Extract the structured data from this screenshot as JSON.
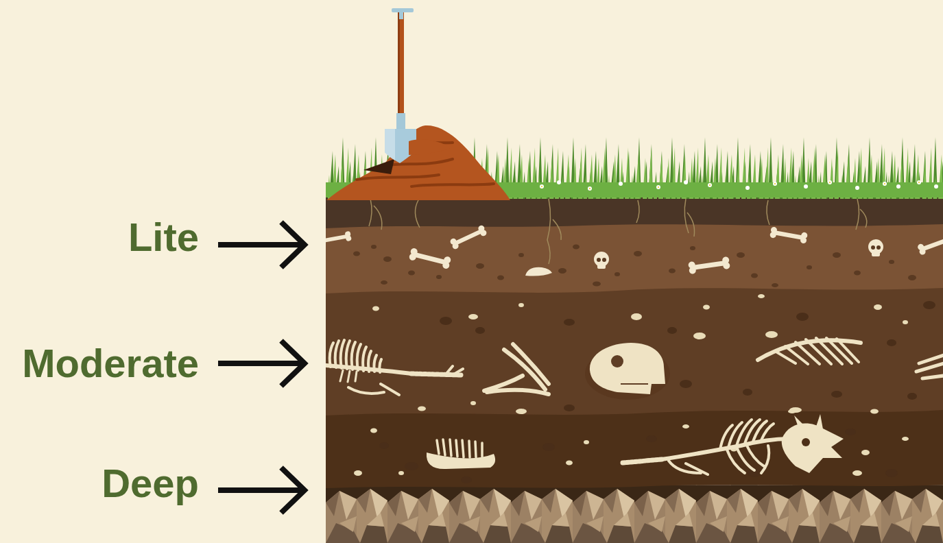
{
  "diagram": {
    "labels": [
      "Lite",
      "Moderate",
      "Deep"
    ]
  }
}
